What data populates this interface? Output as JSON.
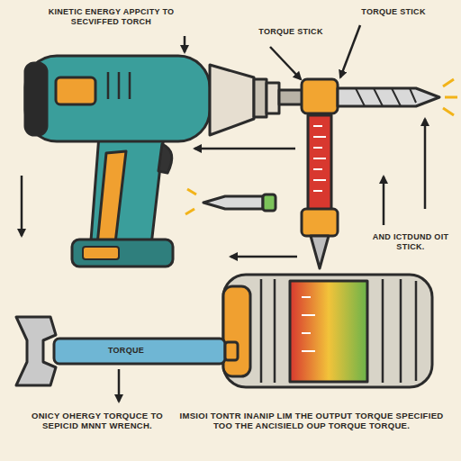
{
  "diagram": {
    "labels": [
      "KINETIC ENERGY APPCITY TO SECVIFFED TORCH",
      "TORQUE STICK",
      "TORQUE STICK",
      "AND ICTDUND OIT STICK.",
      "TORQUE",
      "ONICY OHERGY TORQUCE TO SEPICID MNNT WRENCH.",
      "IMSIOI TONTR INANIP LIM THE OUTPUT TORQUE SPECIFIED TOO THE ANCISIELD OUP TORQUE TORQUE."
    ]
  }
}
